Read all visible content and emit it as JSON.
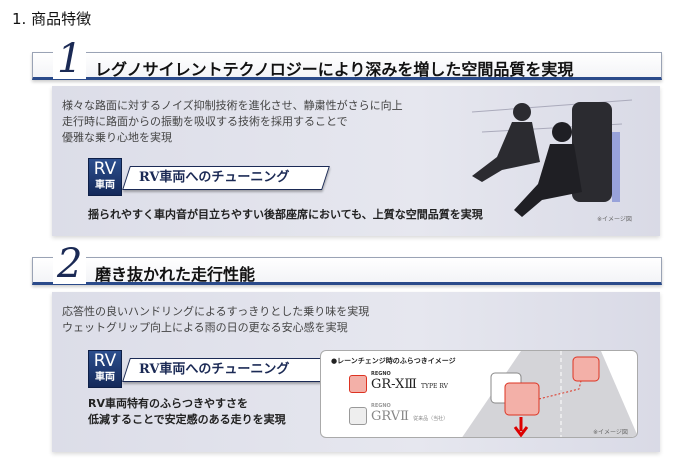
{
  "document_title": "1.  商品特徴",
  "sections": [
    {
      "number": "1",
      "heading": "レグノサイレントテクノロジーにより深みを増した空間品質を実現",
      "body_lines": [
        "様々な路面に対するノイズ抑制技術を進化させ、静粛性がさらに向上",
        "走行時に路面からの振動を吸収する技術を採用することで",
        "優雅な乗り心地を実現"
      ],
      "badge": {
        "top": "RV",
        "bottom": "車両"
      },
      "tuning_label": "RV車両へのチューニング",
      "tuning_text": "揺られやすく車内音が目立ちやすい後部座席においても、上質な空間品質を実現",
      "image_note": "※イメージ図"
    },
    {
      "number": "2",
      "heading": "磨き抜かれた走行性能",
      "body_lines": [
        "応答性の良いハンドリングによるすっきりとした乗り味を実現",
        "ウェットグリップ向上による雨の日の更なる安心感を実現"
      ],
      "badge": {
        "top": "RV",
        "bottom": "車両"
      },
      "tuning_label": "RV車両へのチューニング",
      "tuning_text_lines": [
        "RV車両特有のふらつきやすさを",
        "低減することで安定感のある走りを実現"
      ],
      "illustration": {
        "title": "●レーンチェンジ時のふらつきイメージ",
        "product1": {
          "brand": "REGNO",
          "name": "GR-XⅢ",
          "suffix": "TYPE RV"
        },
        "product2": {
          "brand": "REGNO",
          "name": "GRVⅡ",
          "note": "従来品（当社）"
        },
        "image_note": "※イメージ図"
      }
    }
  ]
}
